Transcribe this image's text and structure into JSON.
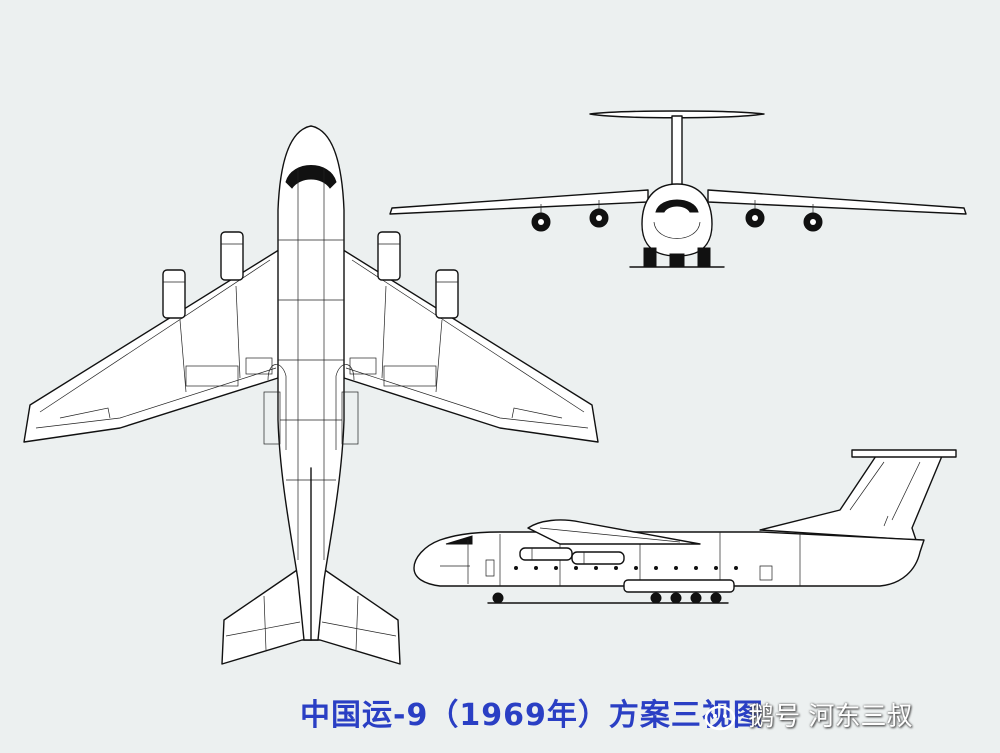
{
  "caption": "中国运-9（1969年）方案三视图",
  "watermark": {
    "text": "鹅号 河东三叔"
  },
  "colors": {
    "background": "#ecf0f0",
    "line": "#111111",
    "caption": "#2a3fc4"
  },
  "views": [
    "top-view",
    "front-view",
    "side-view"
  ]
}
